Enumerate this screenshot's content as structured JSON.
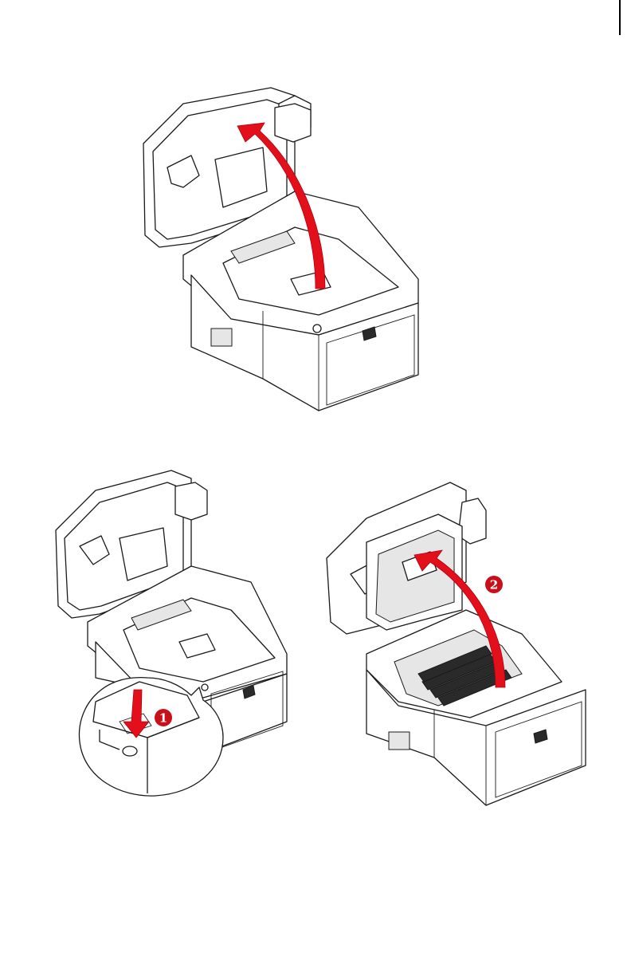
{
  "page": {
    "background": "#ffffff"
  },
  "figures": [
    {
      "step": "lift-scanner"
    },
    {
      "step": "press-release-button",
      "callout": "1"
    },
    {
      "step": "open-top-cover",
      "callout": "2"
    }
  ],
  "colors": {
    "arrow_red": "#e3101b",
    "callout_red": "#c8101a",
    "line": "#1a1a1a"
  },
  "icons": [
    "lift-arrow-icon",
    "press-down-arrow-icon",
    "open-arrow-icon",
    "callout-badge-icon"
  ]
}
